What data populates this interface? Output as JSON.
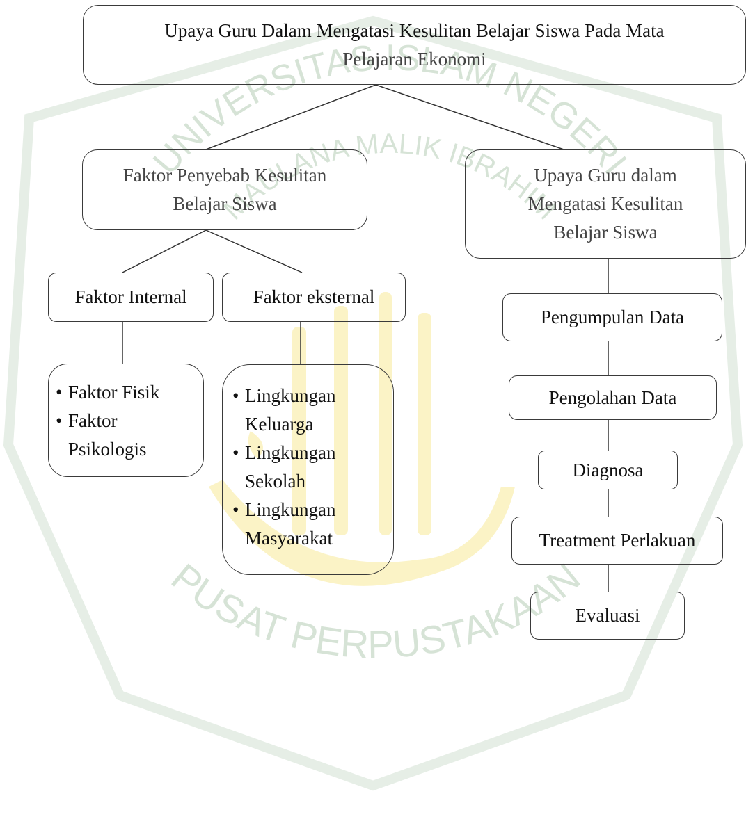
{
  "diagram": {
    "root": {
      "line1": "Upaya Guru Dalam Mengatasi Kesulitan Belajar Siswa Pada Mata",
      "line2": "Pelajaran Ekonomi"
    },
    "causes": {
      "line1": "Faktor Penyebab Kesulitan",
      "line2": "Belajar Siswa",
      "internal": {
        "title": "Faktor Internal",
        "items": [
          "Faktor Fisik",
          "Faktor Psikologis"
        ]
      },
      "external": {
        "title": "Faktor eksternal",
        "items": [
          "Lingkungan Keluarga",
          "Lingkungan Sekolah",
          "Lingkungan Masyarakat"
        ]
      }
    },
    "efforts": {
      "line1": "Upaya Guru dalam",
      "line2": "Mengatasi Kesulitan",
      "line3": "Belajar Siswa",
      "steps": [
        "Pengumpulan Data",
        "Pengolahan Data",
        "Diagnosa",
        "Treatment Perlakuan",
        "Evaluasi"
      ]
    }
  },
  "watermark": {
    "arc_top": "UNIVERSITAS ISLAM NEGERI",
    "arc_mid": "MAULANA MALIK IBRAHIM",
    "arc_bottom": "PUSAT PERPUSTAKAAN",
    "color": "#c9dcc9",
    "emblem_color": "#fbf3c6"
  }
}
